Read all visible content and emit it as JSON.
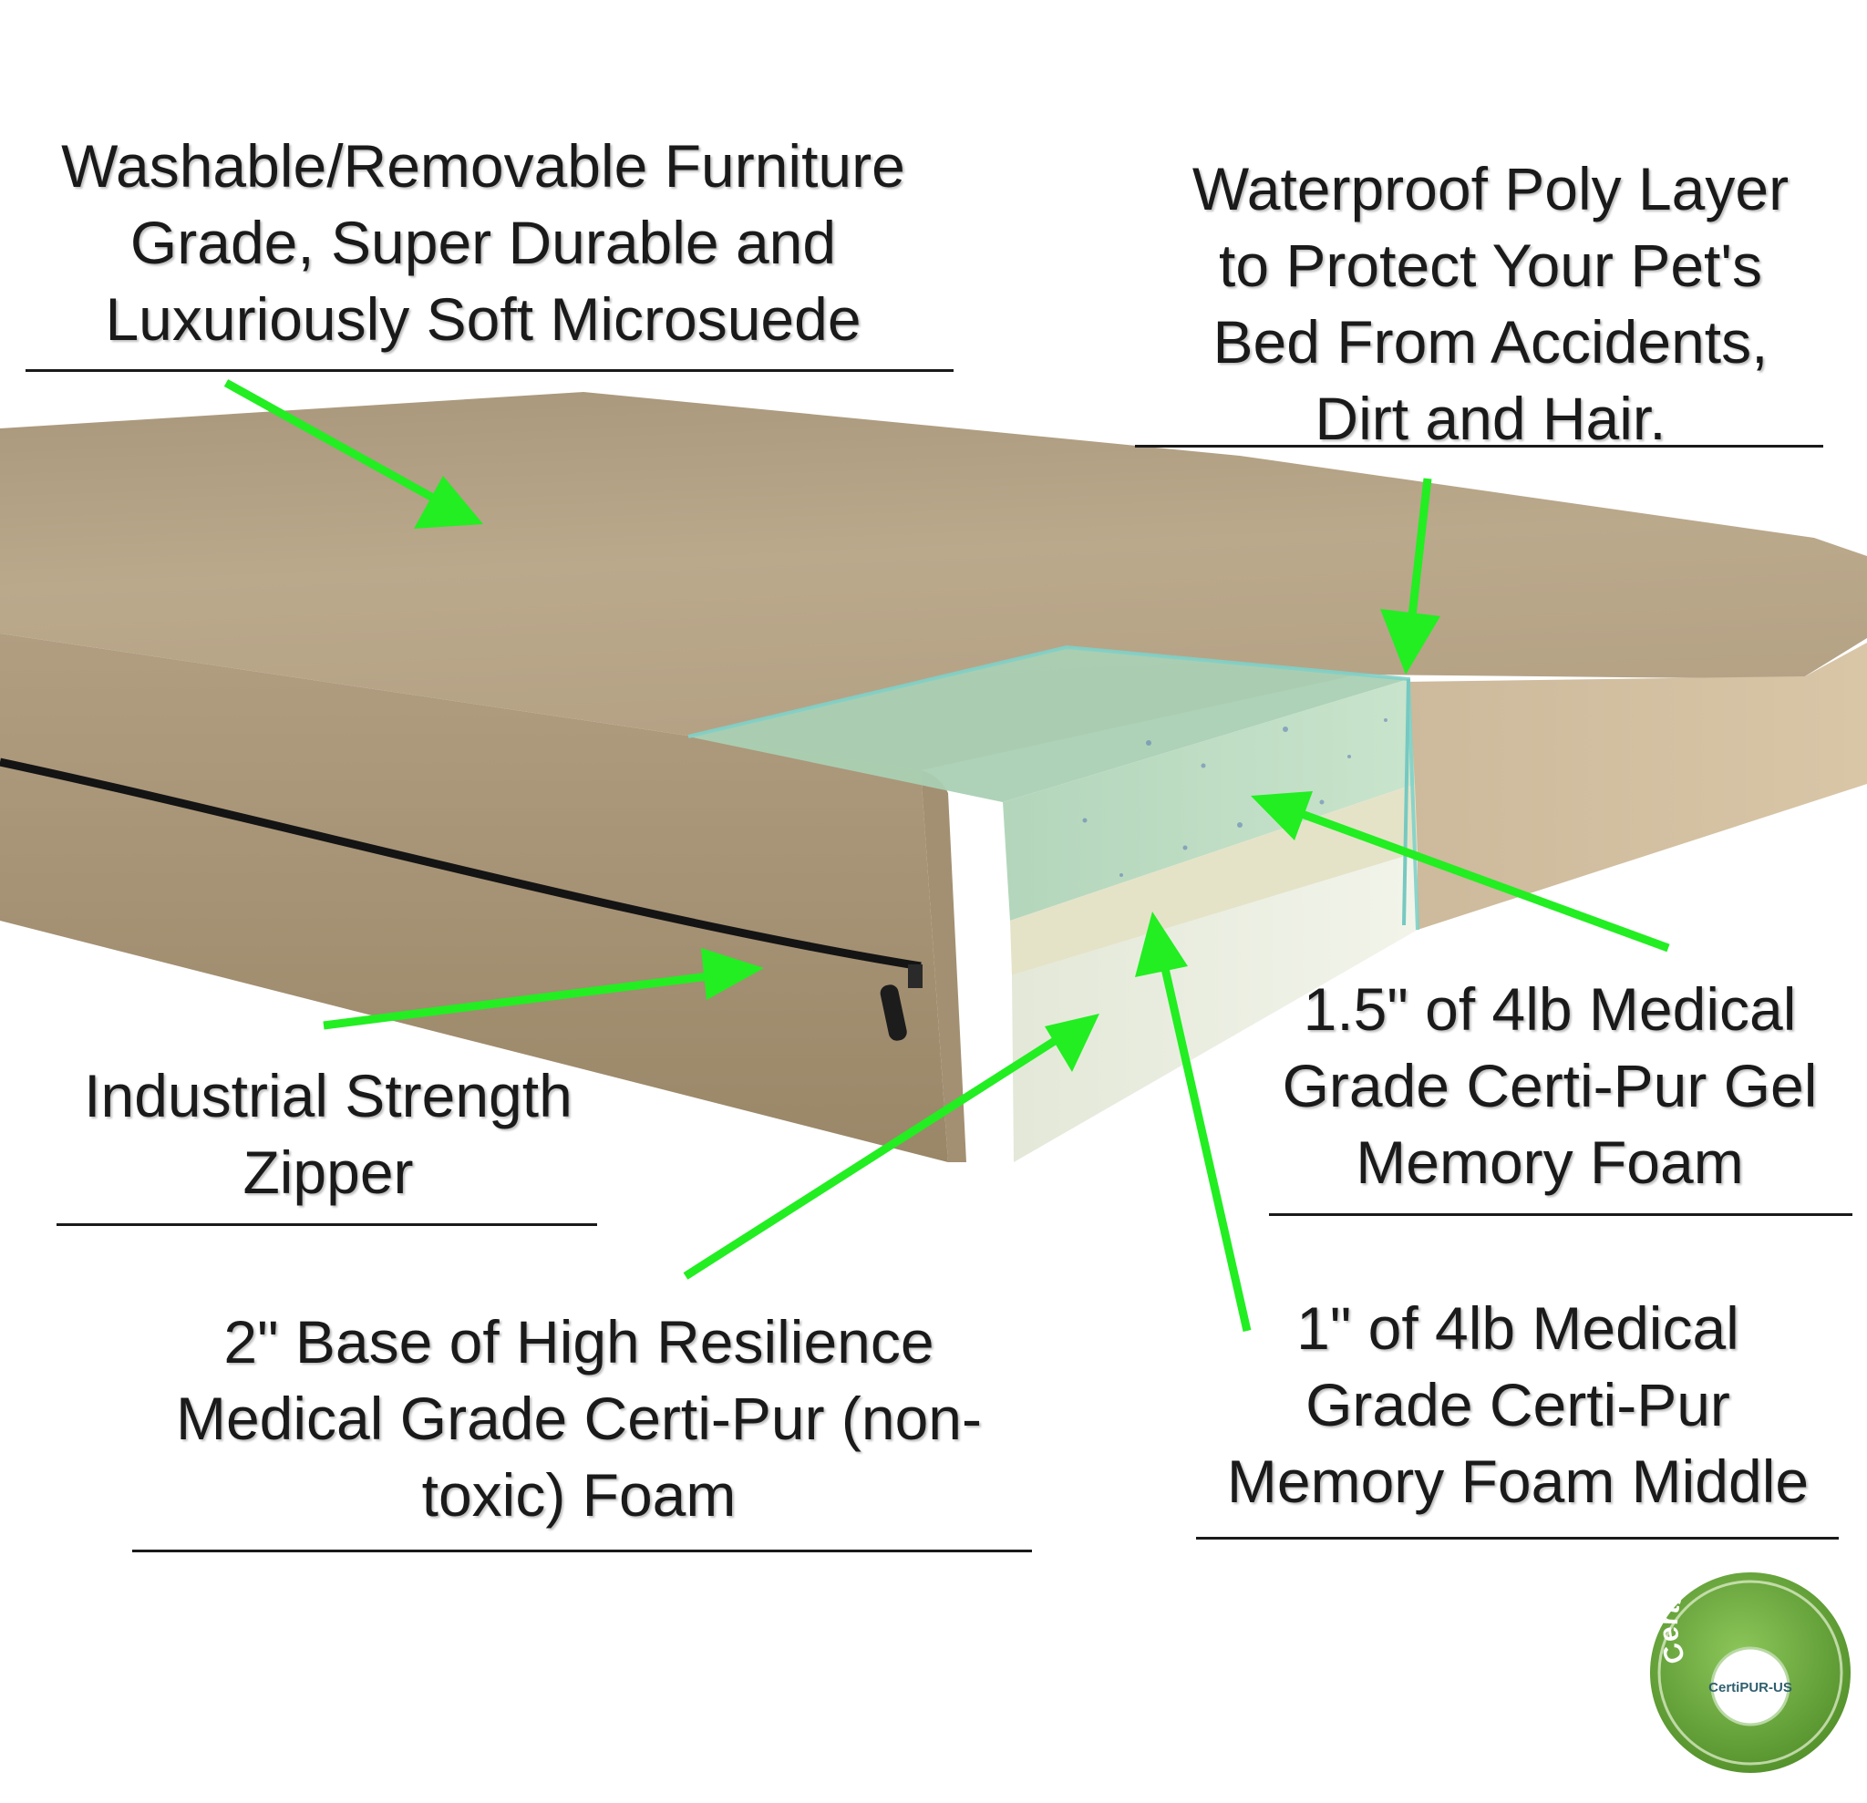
{
  "callouts": {
    "cover": [
      "Washable/Removable Furniture",
      "Grade, Super Durable and",
      "Luxuriously Soft Microsuede"
    ],
    "waterproof": [
      "Waterproof Poly Layer",
      "to Protect Your Pet's",
      "Bed From Accidents,",
      "Dirt and Hair."
    ],
    "zipper": [
      "Industrial Strength",
      "Zipper"
    ],
    "gel_foam": [
      "1.5\" of 4lb Medical",
      "Grade Certi-Pur Gel",
      "Memory Foam"
    ],
    "base_foam": [
      "2\" Base of High Resilience",
      "Medical Grade Certi-Pur (non-",
      "toxic) Foam"
    ],
    "middle_foam": [
      "1\" of 4lb Medical",
      "Grade Certi-Pur",
      "Memory Foam Middle"
    ]
  },
  "badge": {
    "ring_text": "CertiPUR Certified",
    "center_text": "CertiPUR-US"
  },
  "colors": {
    "arrow": "#22ee22",
    "suede": "#bba98c",
    "gel_foam": "#b9dbc0",
    "base_foam": "#e8ecdf",
    "text": "#1a1a1a",
    "badge_green": "#5a9e2e"
  },
  "icons": [
    "arrow-icon",
    "zipper-pull-icon",
    "certipur-badge-icon"
  ]
}
